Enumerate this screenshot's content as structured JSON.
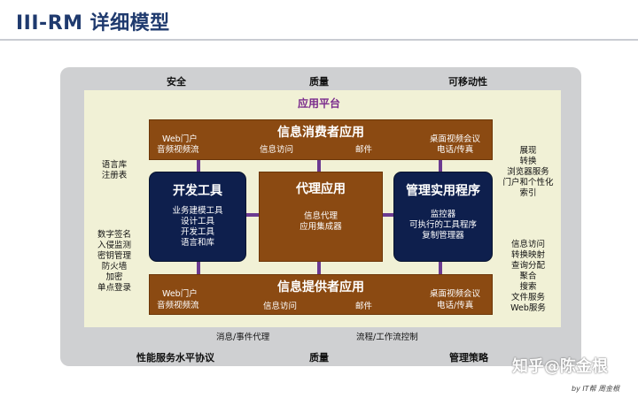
{
  "title": "III-RM 详细模型",
  "top_labels": {
    "left": "安全",
    "center": "质量",
    "right": "可移动性"
  },
  "bottom_labels": {
    "left": "性能服务水平协议",
    "center": "质量",
    "right": "管理策略"
  },
  "platform": "应用平台",
  "consumer_bar": {
    "title": "信息消费者应用",
    "web": "Web门户",
    "av": "音频视频流",
    "info": "信息访问",
    "mail": "邮件",
    "video_conf": "桌面视频会议",
    "phone": "电话/传真"
  },
  "provider_bar": {
    "title": "信息提供者应用",
    "web": "Web门户",
    "av": "音频视频流",
    "info": "信息访问",
    "mail": "邮件",
    "video_conf": "桌面视频会议",
    "phone": "电话/传真"
  },
  "dev_tools": {
    "title": "开发工具",
    "items": [
      "业务建模工具",
      "设计工具",
      "开发工具",
      "语言和库"
    ]
  },
  "proxy_app": {
    "title": "代理应用",
    "items": [
      "信息代理",
      "应用集成器"
    ]
  },
  "mgmt_utils": {
    "title": "管理实用程序",
    "items": [
      "监控器",
      "可执行的工具程序",
      "复制管理器"
    ]
  },
  "left_side": {
    "group1": [
      "语言库",
      "注册表"
    ],
    "group2": [
      "数字签名",
      "入侵监测",
      "密钥管理",
      "防火墙",
      "加密",
      "单点登录"
    ]
  },
  "right_side": {
    "group1": [
      "展现",
      "转换",
      "浏览器服务",
      "门户和个性化",
      "索引"
    ],
    "group2": [
      "信息访问",
      "转换映射",
      "查询分配",
      "聚合",
      "搜索",
      "文件服务",
      "Web服务"
    ]
  },
  "footer_middle": {
    "left": "消息/事件代理",
    "right": "流程/工作流控制"
  },
  "watermark": "知乎@陈金根",
  "byline": "by IT帮 周金根",
  "colors": {
    "brown": "#8b4a12",
    "navy": "#0e1f4d",
    "connector": "#6b3a91",
    "title": "#1f3a6e",
    "platform": "#7a2a8c"
  }
}
